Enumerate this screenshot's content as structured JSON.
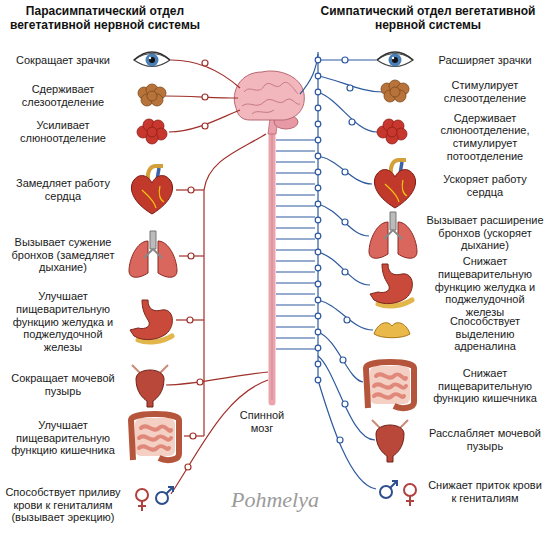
{
  "diagram": {
    "labels": [
      "Парасимпатический отдел вегетативной нервной системы",
      "Симпатический отдел вегетативной нервной системы",
      "Сокращает зрачки",
      "Сдерживает слезоотделение",
      "Усиливает слюноотделение",
      "Замедляет работу сердца",
      "Вызывает сужение бронхов (замедляет дыхание)",
      "Улучшает пищеварительную функцию желудка и поджелудочной железы",
      "Сокращает мочевой пузырь",
      "Улучшает пищеварительную функцию кишечника",
      "Способствует приливу крови к гениталиям (вызывает эрекцию)",
      "Расширяет зрачки",
      "Стимулирует слезоотделение",
      "Сдерживает слюноотделение, стимулирует потоотделение",
      "Ускоряет работу сердца",
      "Вызывает расширение бронхов (ускоряет дыхание)",
      "Снижает пищеварительную функцию желудка и поджелудочной железы",
      "Способствует выделению адреналина",
      "Снижает пищеварительную функцию кишечника",
      "Расслабляет мочевой пузырь",
      "Снижает приток крови к гениталиям",
      "Спинной мозг",
      "Pohmelya"
    ]
  }
}
